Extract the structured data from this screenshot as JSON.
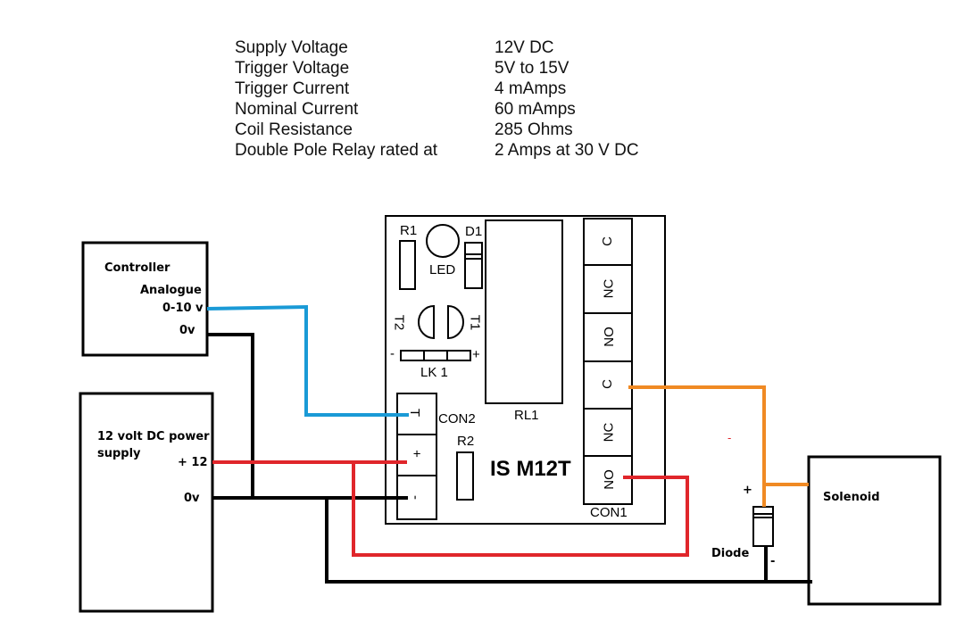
{
  "specs": [
    {
      "label": "Supply Voltage",
      "value": "12V DC"
    },
    {
      "label": "Trigger Voltage",
      "value": "5V to 15V"
    },
    {
      "label": "Trigger Current",
      "value": "4 mAmps"
    },
    {
      "label": "Nominal Current",
      "value": "60 mAmps"
    },
    {
      "label": "Coil Resistance",
      "value": "285 Ohms"
    },
    {
      "label": "Double Pole Relay rated at",
      "value": "2 Amps at 30 V DC"
    }
  ],
  "controller": {
    "title": "Controller",
    "analogue": "Analogue",
    "range": "0-10 v",
    "zero": "0v"
  },
  "psu": {
    "title_line1": "12 volt DC power",
    "title_line2": "supply",
    "plus": "+ 12",
    "zero": "0v"
  },
  "board": {
    "r1": "R1",
    "d1": "D1",
    "led": "LED",
    "t2": "T2",
    "t1": "T1",
    "lk_minus": "-",
    "lk": "LK 1",
    "lk_plus": "+",
    "rl1": "RL1",
    "r2": "R2",
    "model": "IS M12T",
    "con2": "CON2",
    "con1": "CON1",
    "con2_terms": [
      "T",
      "+",
      "-"
    ],
    "con1_terms": [
      "C",
      "NC",
      "NO",
      "C",
      "NC",
      "NO"
    ]
  },
  "solenoid": {
    "title": "Solenoid",
    "plus": "+"
  },
  "diode": {
    "title": "Diode",
    "minus": "-"
  },
  "stray_mark": "-",
  "colors": {
    "blue": "#1a9ad6",
    "red": "#e0262b",
    "orange": "#f08a24",
    "black": "#000000"
  }
}
